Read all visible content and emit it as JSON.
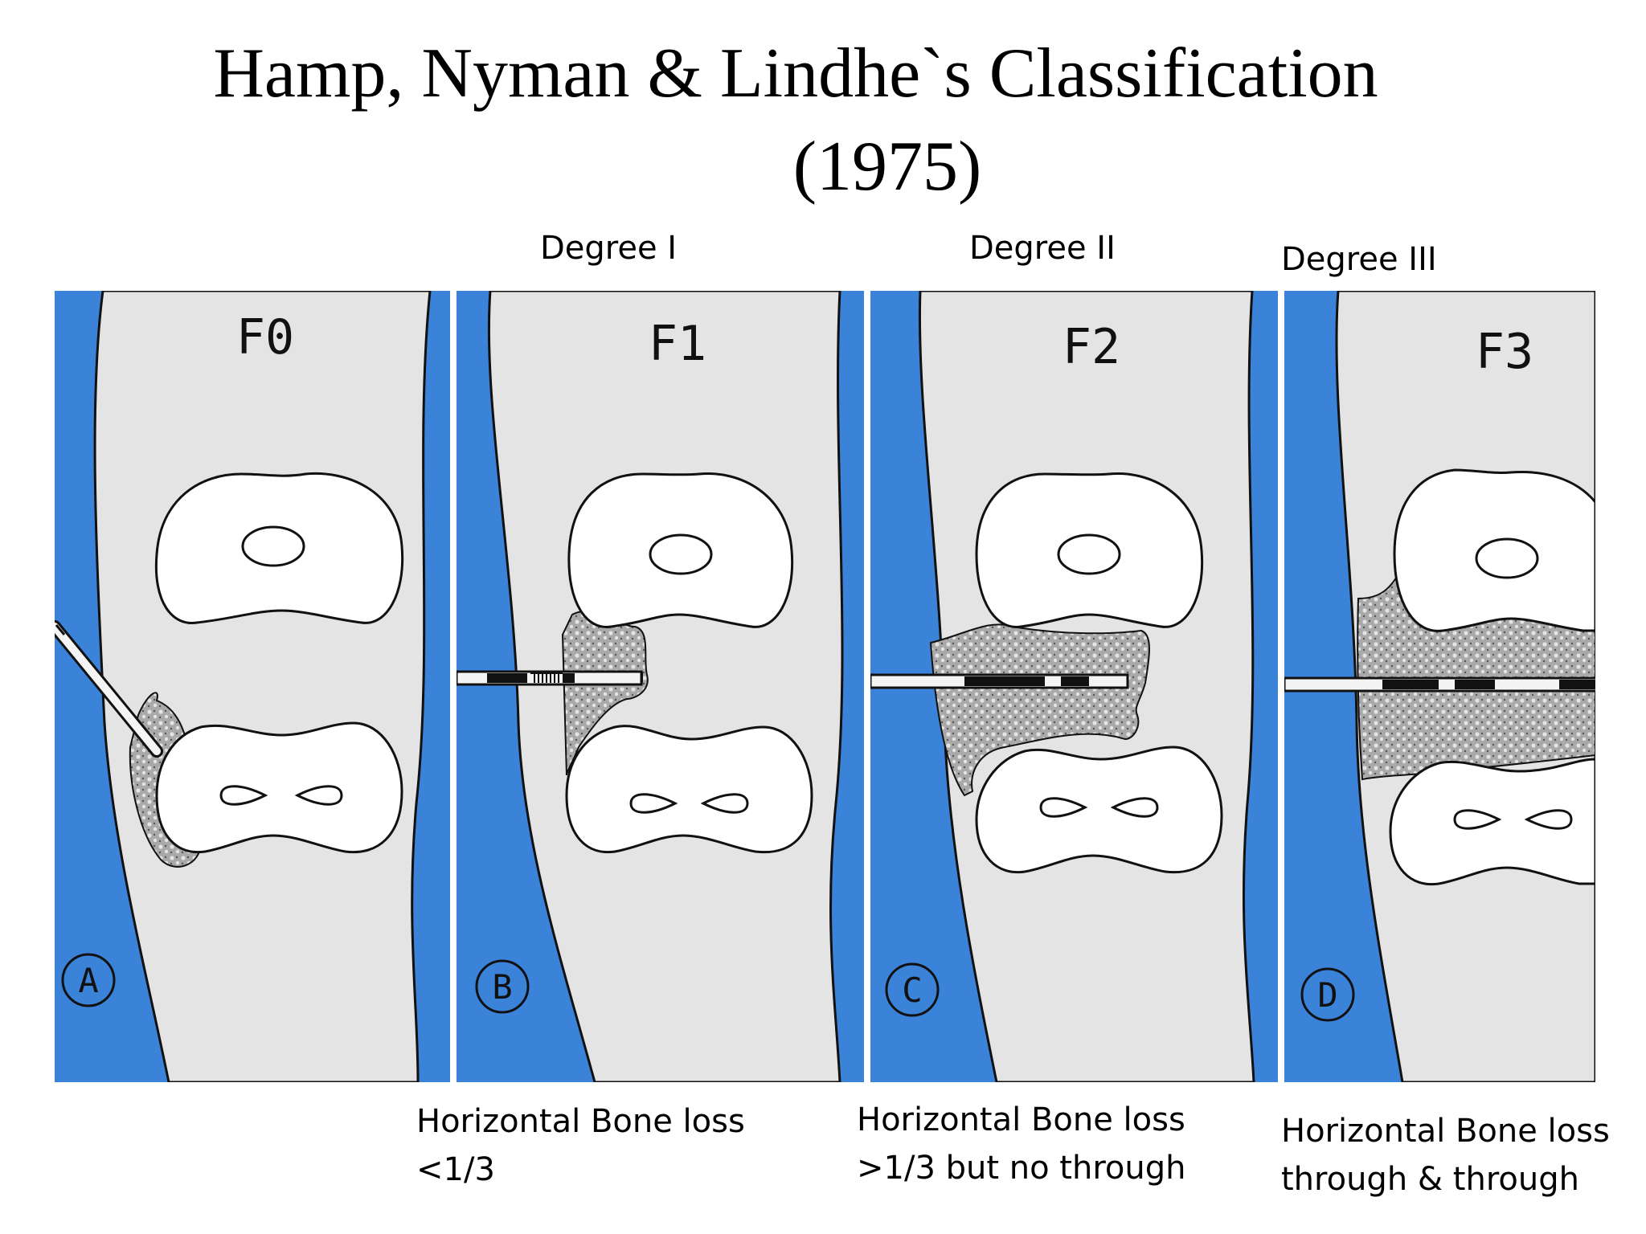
{
  "title": {
    "line1": "Hamp, Nyman & Lindhe`s Classification",
    "line2": "(1975)"
  },
  "degrees": [
    {
      "label": "Degree I"
    },
    {
      "label": "Degree II"
    },
    {
      "label": "Degree III"
    }
  ],
  "panels": [
    {
      "code": "F0",
      "letter": "A"
    },
    {
      "code": "F1",
      "letter": "B"
    },
    {
      "code": "F2",
      "letter": "C"
    },
    {
      "code": "F3",
      "letter": "D"
    }
  ],
  "descriptions": [
    {
      "line1": "Horizontal Bone loss",
      "line2": "<1/3"
    },
    {
      "line1": "Horizontal Bone loss",
      "line2": ">1/3 but no through"
    },
    {
      "line1": "Horizontal Bone loss",
      "line2": "through & through"
    }
  ],
  "colors": {
    "gingiva": "#3b82d9",
    "bone_background": "#e4e4e4",
    "bone_fill": "#a9a9a9",
    "root": "#ffffff",
    "outline": "#111111"
  }
}
